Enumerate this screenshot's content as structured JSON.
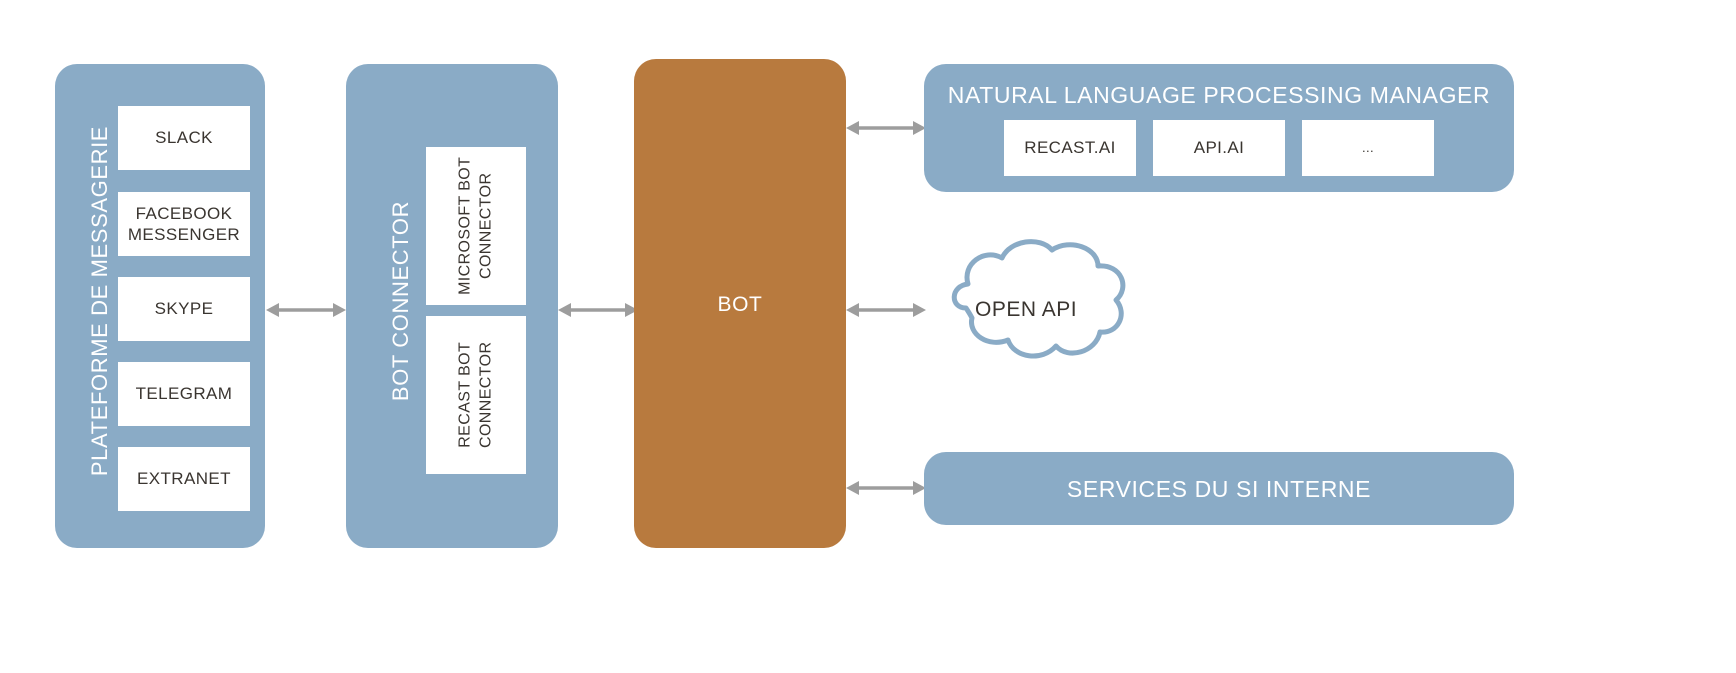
{
  "diagram": {
    "title": "Bot architecture diagram",
    "colors": {
      "panel_blue": "#8aabc6",
      "panel_brown": "#b87a3e",
      "chip_white": "#ffffff",
      "arrow_gray": "#9d9d9d",
      "text_dark": "#3a3530",
      "text_light": "#ffffff",
      "background": "#ffffff"
    }
  },
  "messaging_platform": {
    "title": "PLATEFORME DE MESSAGERIE",
    "channels": [
      {
        "label": "SLACK"
      },
      {
        "label": "FACEBOOK MESSENGER",
        "line1": "FACEBOOK",
        "line2": "MESSENGER"
      },
      {
        "label": "SKYPE"
      },
      {
        "label": "TELEGRAM"
      },
      {
        "label": "EXTRANET"
      }
    ]
  },
  "bot_connector": {
    "title": "BOT CONNECTOR",
    "connectors": [
      {
        "label": "MICROSOFT BOT CONNECTOR",
        "line1": "MICROSOFT BOT",
        "line2": "CONNECTOR"
      },
      {
        "label": "RECAST BOT CONNECTOR",
        "line1": "RECAST BOT",
        "line2": "CONNECTOR"
      }
    ]
  },
  "bot": {
    "label": "BOT"
  },
  "nlp_manager": {
    "title": "NATURAL LANGUAGE PROCESSING MANAGER",
    "engines": [
      {
        "label": "RECAST.AI"
      },
      {
        "label": "API.AI"
      },
      {
        "label": "..."
      }
    ]
  },
  "open_api": {
    "label": "OPEN API"
  },
  "internal_services": {
    "label": "SERVICES DU SI INTERNE"
  },
  "connections": [
    {
      "name": "messaging-to-connector",
      "type": "double-arrow"
    },
    {
      "name": "connector-to-bot",
      "type": "double-arrow"
    },
    {
      "name": "bot-to-nlp",
      "type": "double-arrow"
    },
    {
      "name": "bot-to-open-api",
      "type": "double-arrow"
    },
    {
      "name": "bot-to-internal-services",
      "type": "double-arrow"
    }
  ]
}
